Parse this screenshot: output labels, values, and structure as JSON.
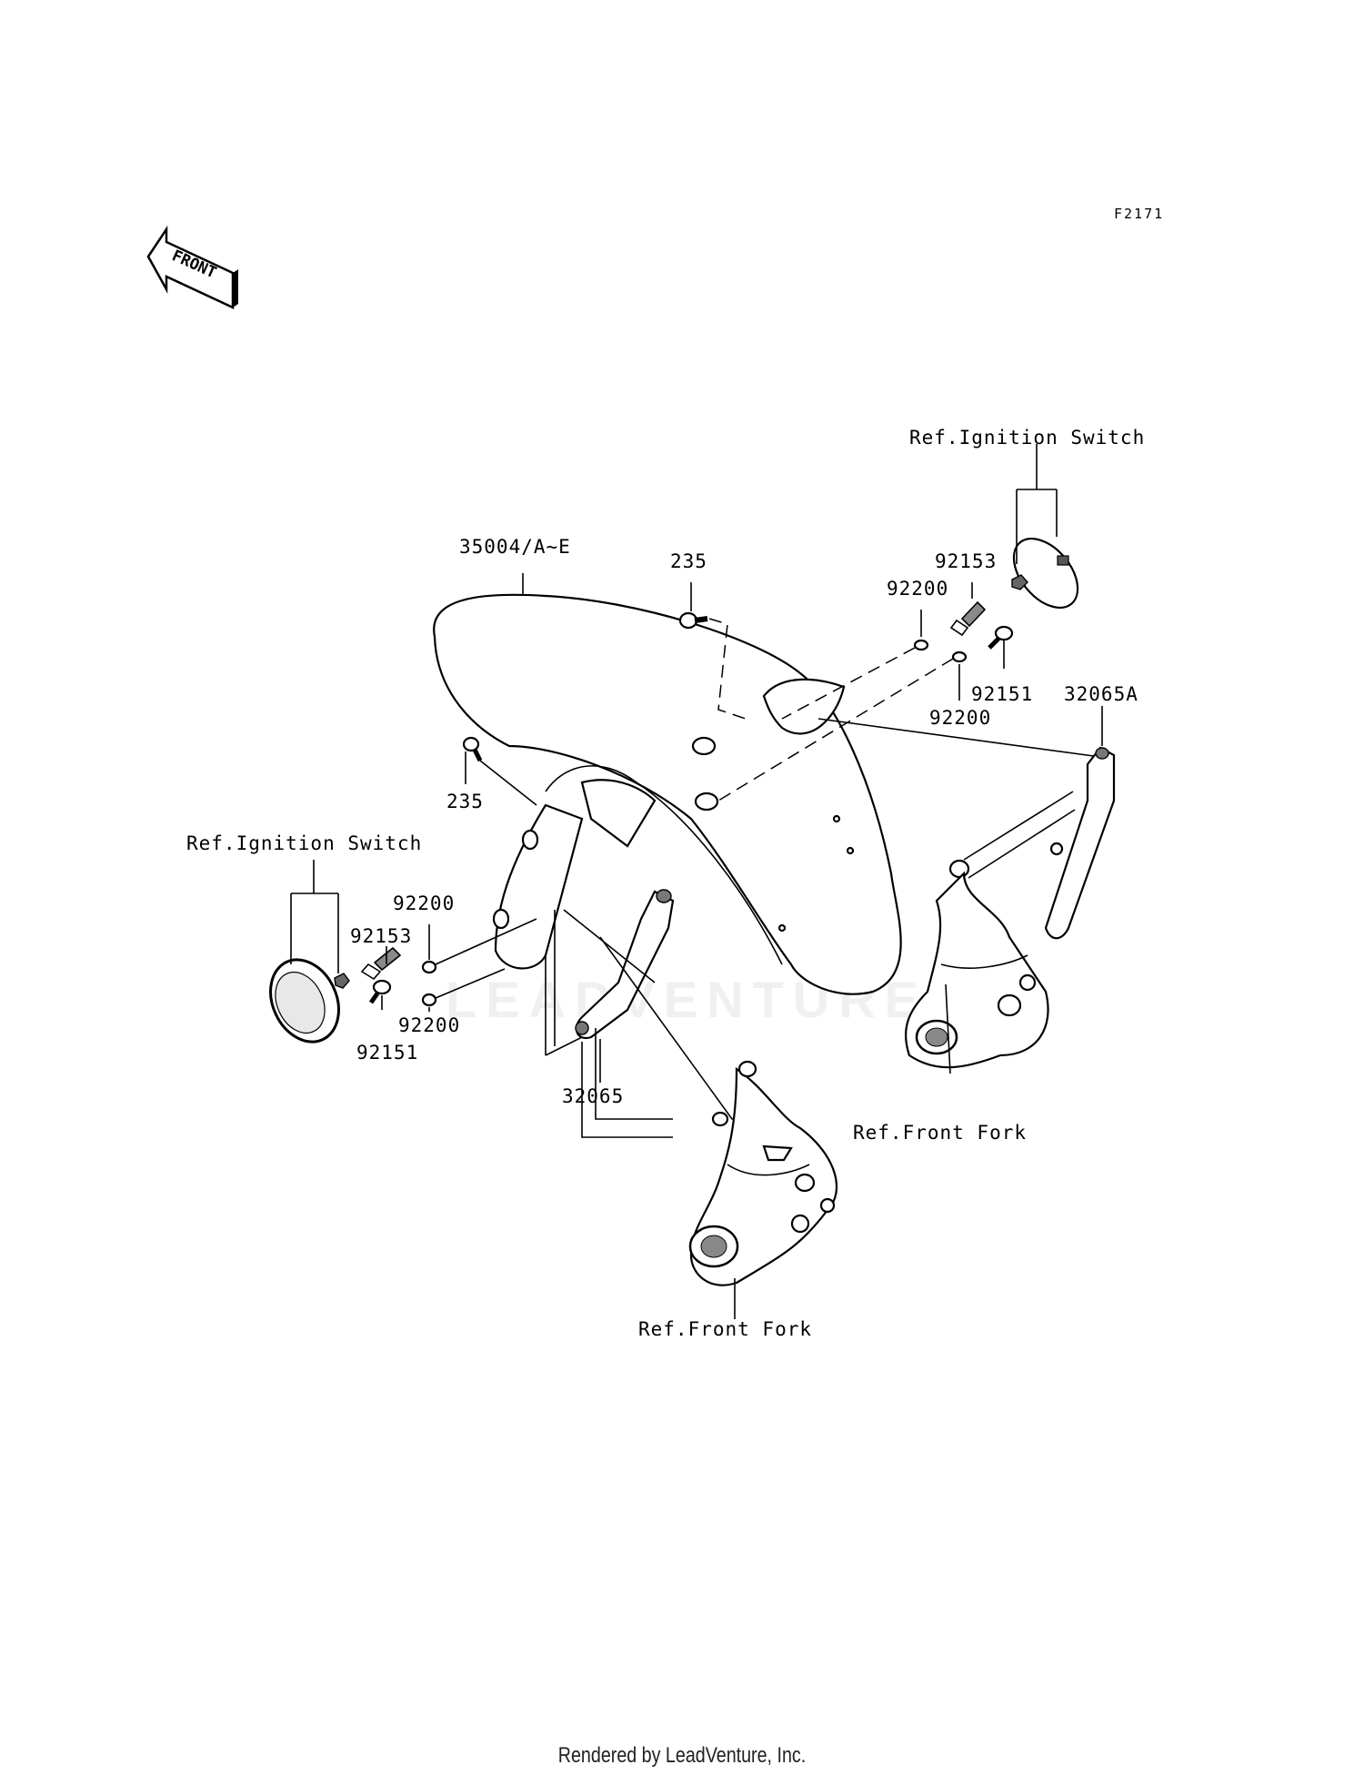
{
  "diagram": {
    "figure_code": "F2171",
    "front_arrow_label": "FRONT",
    "watermark": "LEADVENTURE",
    "labels": {
      "fender": "35004/A~E",
      "bolt_top": "235",
      "bolt_left": "235",
      "spacer_right": "92153",
      "washer_right_a": "92200",
      "washer_right_b": "92200",
      "screw_right": "92151",
      "bracket_right": "32065A",
      "ref_ignition_right": "Ref.Ignition Switch",
      "ref_ignition_left": "Ref.Ignition Switch",
      "washer_left_a": "92200",
      "washer_left_b": "92200",
      "spacer_left": "92153",
      "screw_left": "92151",
      "bracket_left": "32065",
      "ref_fork_right": "Ref.Front Fork",
      "ref_fork_left": "Ref.Front Fork"
    }
  },
  "footer": {
    "text": "Rendered by LeadVenture, Inc."
  }
}
